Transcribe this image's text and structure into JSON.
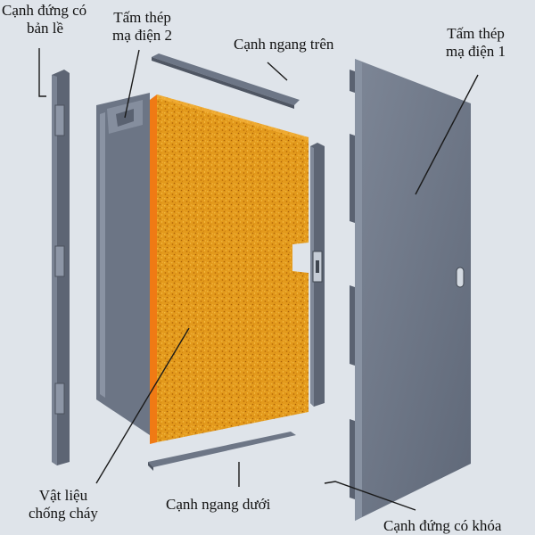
{
  "labels": {
    "hinge_stile": [
      "Cạnh đứng có",
      "bản lề"
    ],
    "steel_sheet_2": [
      "Tấm thép",
      "mạ điện 2"
    ],
    "top_rail": "Cạnh ngang trên",
    "steel_sheet_1": [
      "Tấm thép",
      "mạ điện 1"
    ],
    "fireproof_core": [
      "Vật liệu",
      "chống cháy"
    ],
    "bottom_rail": "Cạnh ngang dưới",
    "lock_stile": "Cạnh đứng có khóa"
  },
  "colors": {
    "background": "#dfe4ea",
    "steel": "#6f7888",
    "steel_dark": "#555d6b",
    "steel_light": "#8a93a3",
    "core": "#e59a1a",
    "core_edge": "#f07a14",
    "leader": "#1a1a1a"
  }
}
